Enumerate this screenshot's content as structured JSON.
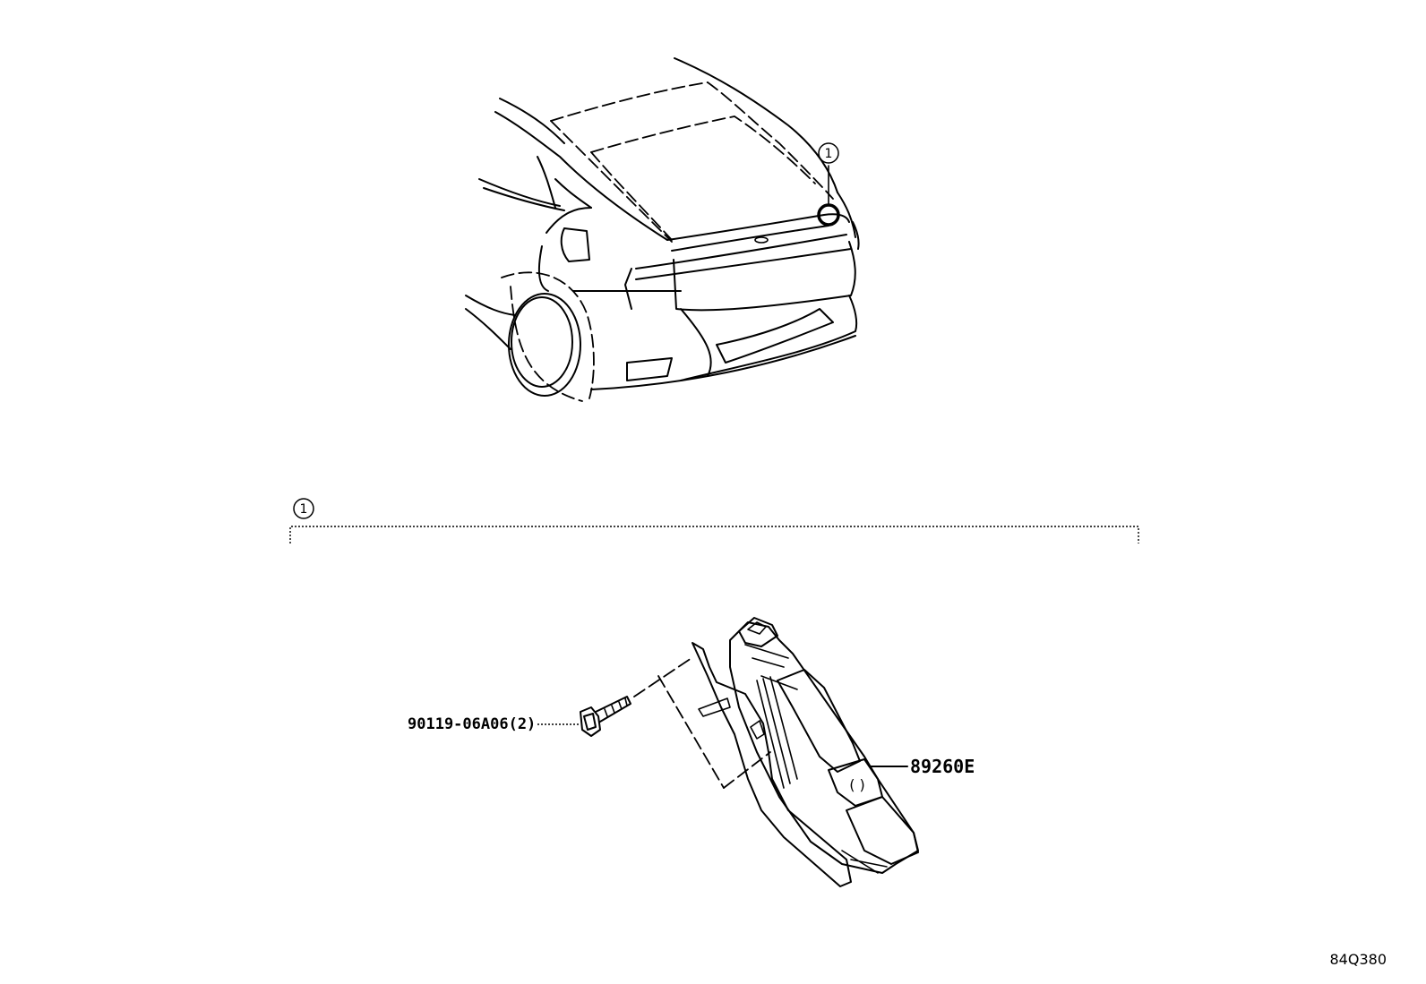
{
  "callout_marker": "1",
  "section_marker": "1",
  "parts": {
    "bolt_label": "90119-06A06(2)",
    "module_label": "89260E"
  },
  "diagram_code": "84Q380"
}
